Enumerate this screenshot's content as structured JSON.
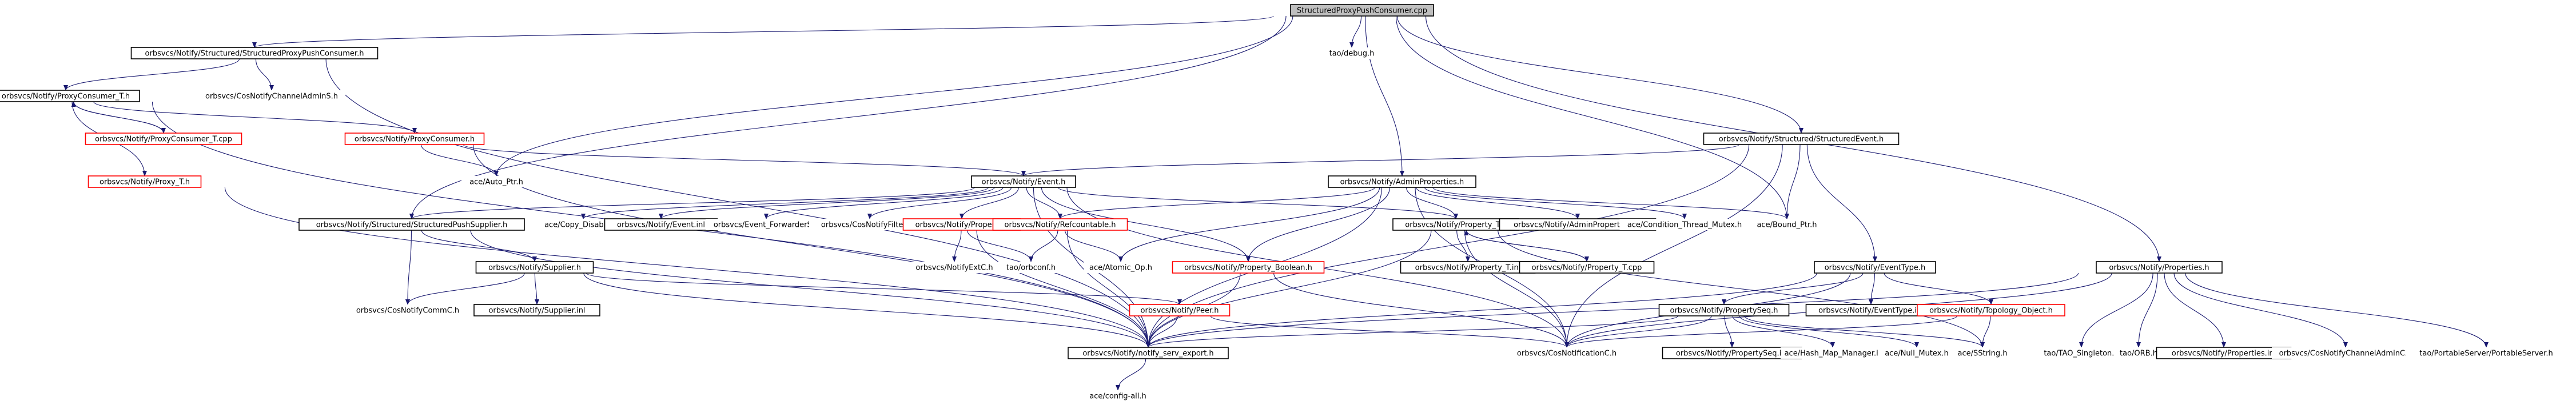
{
  "title": "StructuredProxyPushConsumer.cpp",
  "colors": {
    "root_fill": "#bfbfbf",
    "box_stroke_documented": "#000000",
    "box_stroke_truncated": "#ff0000",
    "edge": "#191970",
    "text": "#000000"
  },
  "nodes": [
    {
      "id": "n0",
      "label": "StructuredProxyPushConsumer.cpp",
      "kind": "root",
      "icon": "file"
    },
    {
      "id": "n1",
      "label": "orbsvcs/Notify/Structured/StructuredProxyPushConsumer.h",
      "kind": "doc",
      "icon": "file"
    },
    {
      "id": "n2",
      "label": "tao/debug.h",
      "kind": "plain",
      "icon": "file"
    },
    {
      "id": "n3",
      "label": "orbsvcs/Notify/ProxyConsumer_T.h",
      "kind": "doc",
      "icon": "file"
    },
    {
      "id": "n4",
      "label": "orbsvcs/CosNotifyChannelAdminS.h",
      "kind": "plain",
      "icon": "file"
    },
    {
      "id": "n5",
      "label": "orbsvcs/Notify/ProxyConsumer_T.cpp",
      "kind": "trunc",
      "icon": "file"
    },
    {
      "id": "n6",
      "label": "orbsvcs/Notify/ProxyConsumer.h",
      "kind": "trunc",
      "icon": "file"
    },
    {
      "id": "n7",
      "label": "orbsvcs/Notify/Proxy_T.h",
      "kind": "trunc",
      "icon": "file"
    },
    {
      "id": "n8",
      "label": "ace/Auto_Ptr.h",
      "kind": "plain",
      "icon": "file"
    },
    {
      "id": "n9",
      "label": "orbsvcs/Notify/Event.h",
      "kind": "doc",
      "icon": "file"
    },
    {
      "id": "n10",
      "label": "orbsvcs/Notify/Structured/StructuredPushSupplier.h",
      "kind": "doc",
      "icon": "file"
    },
    {
      "id": "n11",
      "label": "ace/Copy_Disabled.h",
      "kind": "plain",
      "icon": "file"
    },
    {
      "id": "n12",
      "label": "orbsvcs/Notify/Event.inl",
      "kind": "doc",
      "icon": "file"
    },
    {
      "id": "n13",
      "label": "orbsvcs/Event_ForwarderS.h",
      "kind": "plain",
      "icon": "file"
    },
    {
      "id": "n14",
      "label": "orbsvcs/CosNotifyFilterC.h",
      "kind": "plain",
      "icon": "file"
    },
    {
      "id": "n15",
      "label": "orbsvcs/Notify/Property.h",
      "kind": "trunc",
      "icon": "file"
    },
    {
      "id": "n16",
      "label": "orbsvcs/Notify/Refcountable.h",
      "kind": "trunc",
      "icon": "file"
    },
    {
      "id": "n17",
      "label": "orbsvcs/Notify/AdminProperties.h",
      "kind": "doc",
      "icon": "file"
    },
    {
      "id": "n18",
      "label": "orbsvcs/Notify/Property_T.h",
      "kind": "doc",
      "icon": "file"
    },
    {
      "id": "n19",
      "label": "orbsvcs/Notify/AdminProperties.inl",
      "kind": "doc",
      "icon": "file"
    },
    {
      "id": "n20",
      "label": "ace/Condition_Thread_Mutex.h",
      "kind": "plain",
      "icon": "file"
    },
    {
      "id": "n21",
      "label": "orbsvcs/Notify/Structured/StructuredEvent.h",
      "kind": "doc",
      "icon": "file"
    },
    {
      "id": "n22",
      "label": "ace/Bound_Ptr.h",
      "kind": "plain",
      "icon": "file"
    },
    {
      "id": "n23",
      "label": "orbsvcs/Notify/Supplier.h",
      "kind": "doc",
      "icon": "file"
    },
    {
      "id": "n24",
      "label": "orbsvcs/CosNotifyCommC.h",
      "kind": "plain",
      "icon": "file"
    },
    {
      "id": "n25",
      "label": "orbsvcs/Notify/Supplier.inl",
      "kind": "doc",
      "icon": "file"
    },
    {
      "id": "n26",
      "label": "orbsvcs/NotifyExtC.h",
      "kind": "plain",
      "icon": "file"
    },
    {
      "id": "n27",
      "label": "tao/orbconf.h",
      "kind": "plain",
      "icon": "file"
    },
    {
      "id": "n28",
      "label": "ace/Atomic_Op.h",
      "kind": "plain",
      "icon": "file"
    },
    {
      "id": "n29",
      "label": "orbsvcs/Notify/Property_Boolean.h",
      "kind": "trunc",
      "icon": "file"
    },
    {
      "id": "n30",
      "label": "orbsvcs/Notify/Property_T.inl",
      "kind": "doc",
      "icon": "file"
    },
    {
      "id": "n31",
      "label": "orbsvcs/Notify/Property_T.cpp",
      "kind": "doc",
      "icon": "file"
    },
    {
      "id": "n32",
      "label": "orbsvcs/Notify/EventType.h",
      "kind": "doc",
      "icon": "file"
    },
    {
      "id": "n33",
      "label": "orbsvcs/Notify/EventType.inl",
      "kind": "doc",
      "icon": "file"
    },
    {
      "id": "n34",
      "label": "orbsvcs/Notify/Topology_Object.h",
      "kind": "trunc",
      "icon": "file"
    },
    {
      "id": "n35",
      "label": "orbsvcs/Notify/Peer.h",
      "kind": "trunc",
      "icon": "file"
    },
    {
      "id": "n36",
      "label": "orbsvcs/Notify/PropertySeq.h",
      "kind": "doc",
      "icon": "file"
    },
    {
      "id": "n37",
      "label": "orbsvcs/Notify/Properties.h",
      "kind": "doc",
      "icon": "file"
    },
    {
      "id": "n38",
      "label": "orbsvcs/Notify/notify_serv_export.h",
      "kind": "doc",
      "icon": "file"
    },
    {
      "id": "n39",
      "label": "orbsvcs/CosNotificationC.h",
      "kind": "plain",
      "icon": "file"
    },
    {
      "id": "n40",
      "label": "orbsvcs/Notify/PropertySeq.inl",
      "kind": "doc",
      "icon": "file"
    },
    {
      "id": "n41",
      "label": "ace/Hash_Map_Manager.h",
      "kind": "plain",
      "icon": "file"
    },
    {
      "id": "n42",
      "label": "ace/Null_Mutex.h",
      "kind": "plain",
      "icon": "file"
    },
    {
      "id": "n43",
      "label": "ace/SString.h",
      "kind": "plain",
      "icon": "file"
    },
    {
      "id": "n44",
      "label": "tao/TAO_Singleton.h",
      "kind": "plain",
      "icon": "file"
    },
    {
      "id": "n45",
      "label": "tao/ORB.h",
      "kind": "plain",
      "icon": "file"
    },
    {
      "id": "n46",
      "label": "orbsvcs/Notify/Properties.inl",
      "kind": "doc",
      "icon": "file"
    },
    {
      "id": "n47",
      "label": "orbsvcs/CosNotifyChannelAdminC.h",
      "kind": "plain",
      "icon": "file"
    },
    {
      "id": "n48",
      "label": "tao/PortableServer/PortableServer.h",
      "kind": "plain",
      "icon": "file"
    },
    {
      "id": "n49",
      "label": "ace/config-all.h",
      "kind": "plain",
      "icon": "file"
    }
  ],
  "edges": [
    [
      "n0",
      "n1"
    ],
    [
      "n0",
      "n2"
    ],
    [
      "n0",
      "n8"
    ],
    [
      "n0",
      "n10"
    ],
    [
      "n0",
      "n17"
    ],
    [
      "n0",
      "n21"
    ],
    [
      "n0",
      "n22"
    ],
    [
      "n0",
      "n37"
    ],
    [
      "n1",
      "n3"
    ],
    [
      "n1",
      "n4"
    ],
    [
      "n1",
      "n38"
    ],
    [
      "n3",
      "n5"
    ],
    [
      "n5",
      "n3"
    ],
    [
      "n3",
      "n6"
    ],
    [
      "n3",
      "n7"
    ],
    [
      "n3",
      "n38"
    ],
    [
      "n6",
      "n8"
    ],
    [
      "n6",
      "n9"
    ],
    [
      "n6",
      "n38"
    ],
    [
      "n7",
      "n38"
    ],
    [
      "n9",
      "n11"
    ],
    [
      "n9",
      "n12"
    ],
    [
      "n9",
      "n13"
    ],
    [
      "n9",
      "n14"
    ],
    [
      "n9",
      "n15"
    ],
    [
      "n9",
      "n16"
    ],
    [
      "n9",
      "n18"
    ],
    [
      "n9",
      "n29"
    ],
    [
      "n9",
      "n38"
    ],
    [
      "n9",
      "n10"
    ],
    [
      "n9",
      "n39"
    ],
    [
      "n10",
      "n23"
    ],
    [
      "n10",
      "n24"
    ],
    [
      "n10",
      "n38"
    ],
    [
      "n15",
      "n26"
    ],
    [
      "n15",
      "n27"
    ],
    [
      "n15",
      "n38"
    ],
    [
      "n16",
      "n27"
    ],
    [
      "n16",
      "n28"
    ],
    [
      "n16",
      "n38"
    ],
    [
      "n17",
      "n16"
    ],
    [
      "n17",
      "n18"
    ],
    [
      "n17",
      "n19"
    ],
    [
      "n17",
      "n20"
    ],
    [
      "n17",
      "n22"
    ],
    [
      "n17",
      "n28"
    ],
    [
      "n17",
      "n29"
    ],
    [
      "n17",
      "n38"
    ],
    [
      "n17",
      "n39"
    ],
    [
      "n18",
      "n30"
    ],
    [
      "n18",
      "n31"
    ],
    [
      "n31",
      "n18"
    ],
    [
      "n18",
      "n38"
    ],
    [
      "n18",
      "n39"
    ],
    [
      "n18",
      "n43"
    ],
    [
      "n21",
      "n9"
    ],
    [
      "n21",
      "n22"
    ],
    [
      "n21",
      "n32"
    ],
    [
      "n21",
      "n38"
    ],
    [
      "n21",
      "n39"
    ],
    [
      "n23",
      "n24"
    ],
    [
      "n23",
      "n25"
    ],
    [
      "n23",
      "n35"
    ],
    [
      "n23",
      "n38"
    ],
    [
      "n29",
      "n38"
    ],
    [
      "n29",
      "n39"
    ],
    [
      "n32",
      "n33"
    ],
    [
      "n32",
      "n34"
    ],
    [
      "n32",
      "n36"
    ],
    [
      "n32",
      "n38"
    ],
    [
      "n32",
      "n39"
    ],
    [
      "n34",
      "n39"
    ],
    [
      "n34",
      "n43"
    ],
    [
      "n35",
      "n38"
    ],
    [
      "n35",
      "n39"
    ],
    [
      "n36",
      "n39"
    ],
    [
      "n36",
      "n40"
    ],
    [
      "n36",
      "n41"
    ],
    [
      "n36",
      "n42"
    ],
    [
      "n36",
      "n43"
    ],
    [
      "n36",
      "n38"
    ],
    [
      "n37",
      "n38"
    ],
    [
      "n37",
      "n39"
    ],
    [
      "n37",
      "n44"
    ],
    [
      "n37",
      "n45"
    ],
    [
      "n37",
      "n46"
    ],
    [
      "n37",
      "n47"
    ],
    [
      "n37",
      "n48"
    ],
    [
      "n38",
      "n49"
    ]
  ]
}
